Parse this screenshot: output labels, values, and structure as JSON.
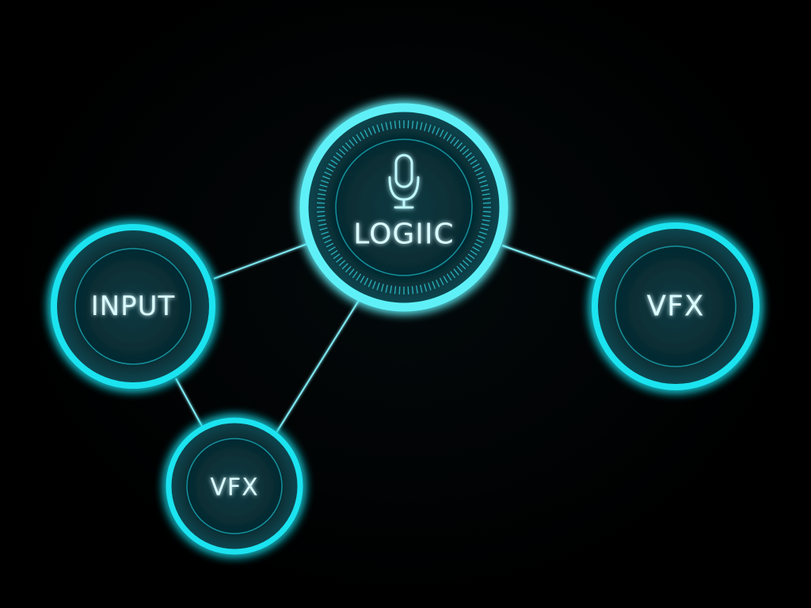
{
  "theme": {
    "background": "#000000",
    "accent": "#1ee3f0",
    "node_fill": "#062a30",
    "label_color": "#d9fbff"
  },
  "nodes": {
    "logic": {
      "label": "LOGIIC",
      "icon": "microphone-icon"
    },
    "input": {
      "label": "INPUT"
    },
    "vfx_right": {
      "label": "VFX"
    },
    "vfx_bottom": {
      "label": "VFX"
    }
  },
  "edges": [
    {
      "from": "input",
      "to": "logic"
    },
    {
      "from": "input",
      "to": "vfx_bottom"
    },
    {
      "from": "vfx_bottom",
      "to": "logic"
    },
    {
      "from": "logic",
      "to": "vfx_right"
    }
  ]
}
